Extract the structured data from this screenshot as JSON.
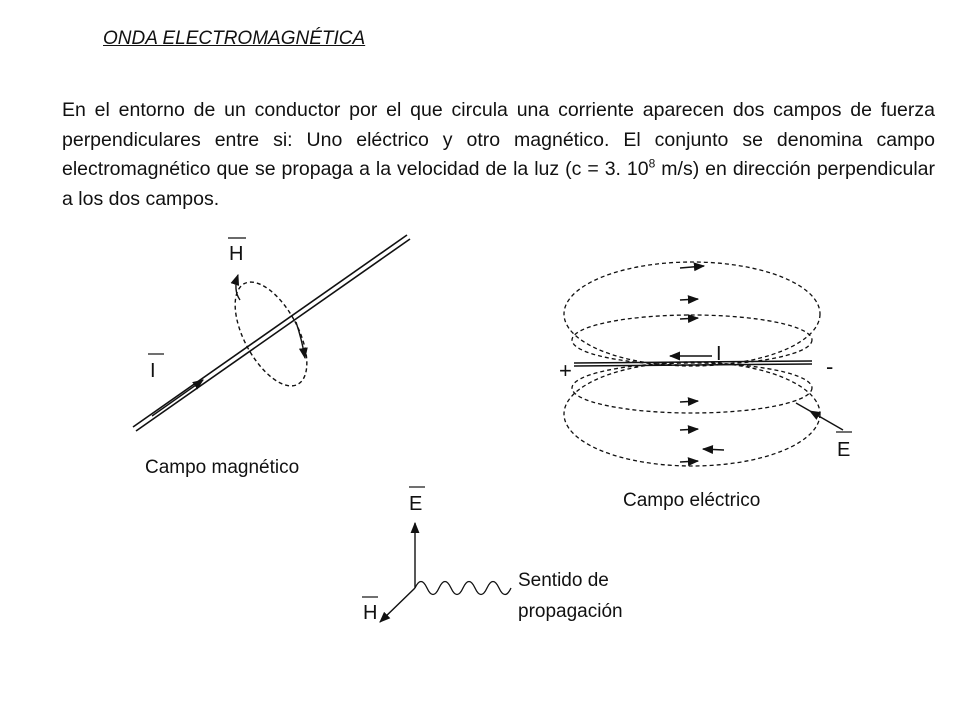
{
  "title": "ONDA ELECTROMAGNÉTICA",
  "paragraph": {
    "before_exp": "En el entorno de un conductor por el que circula una corriente aparecen dos campos de fuerza perpendiculares entre si: Uno eléctrico y otro magnético. El conjunto se denomina campo electromagnético que se propaga a la velocidad de la luz (c = 3. 10",
    "exponent": "8",
    "after_exp": " m/s) en dirección perpendicular a los dos campos."
  },
  "magnetic": {
    "h_label": "H",
    "i_label": "I",
    "caption": "Campo magnético"
  },
  "electric": {
    "i_label": "I",
    "plus": "+",
    "minus": "-",
    "e_label": "E",
    "caption": "Campo eléctrico"
  },
  "propagation": {
    "e_label": "E",
    "h_label": "H",
    "caption_line1": "Sentido de",
    "caption_line2": "propagación"
  }
}
